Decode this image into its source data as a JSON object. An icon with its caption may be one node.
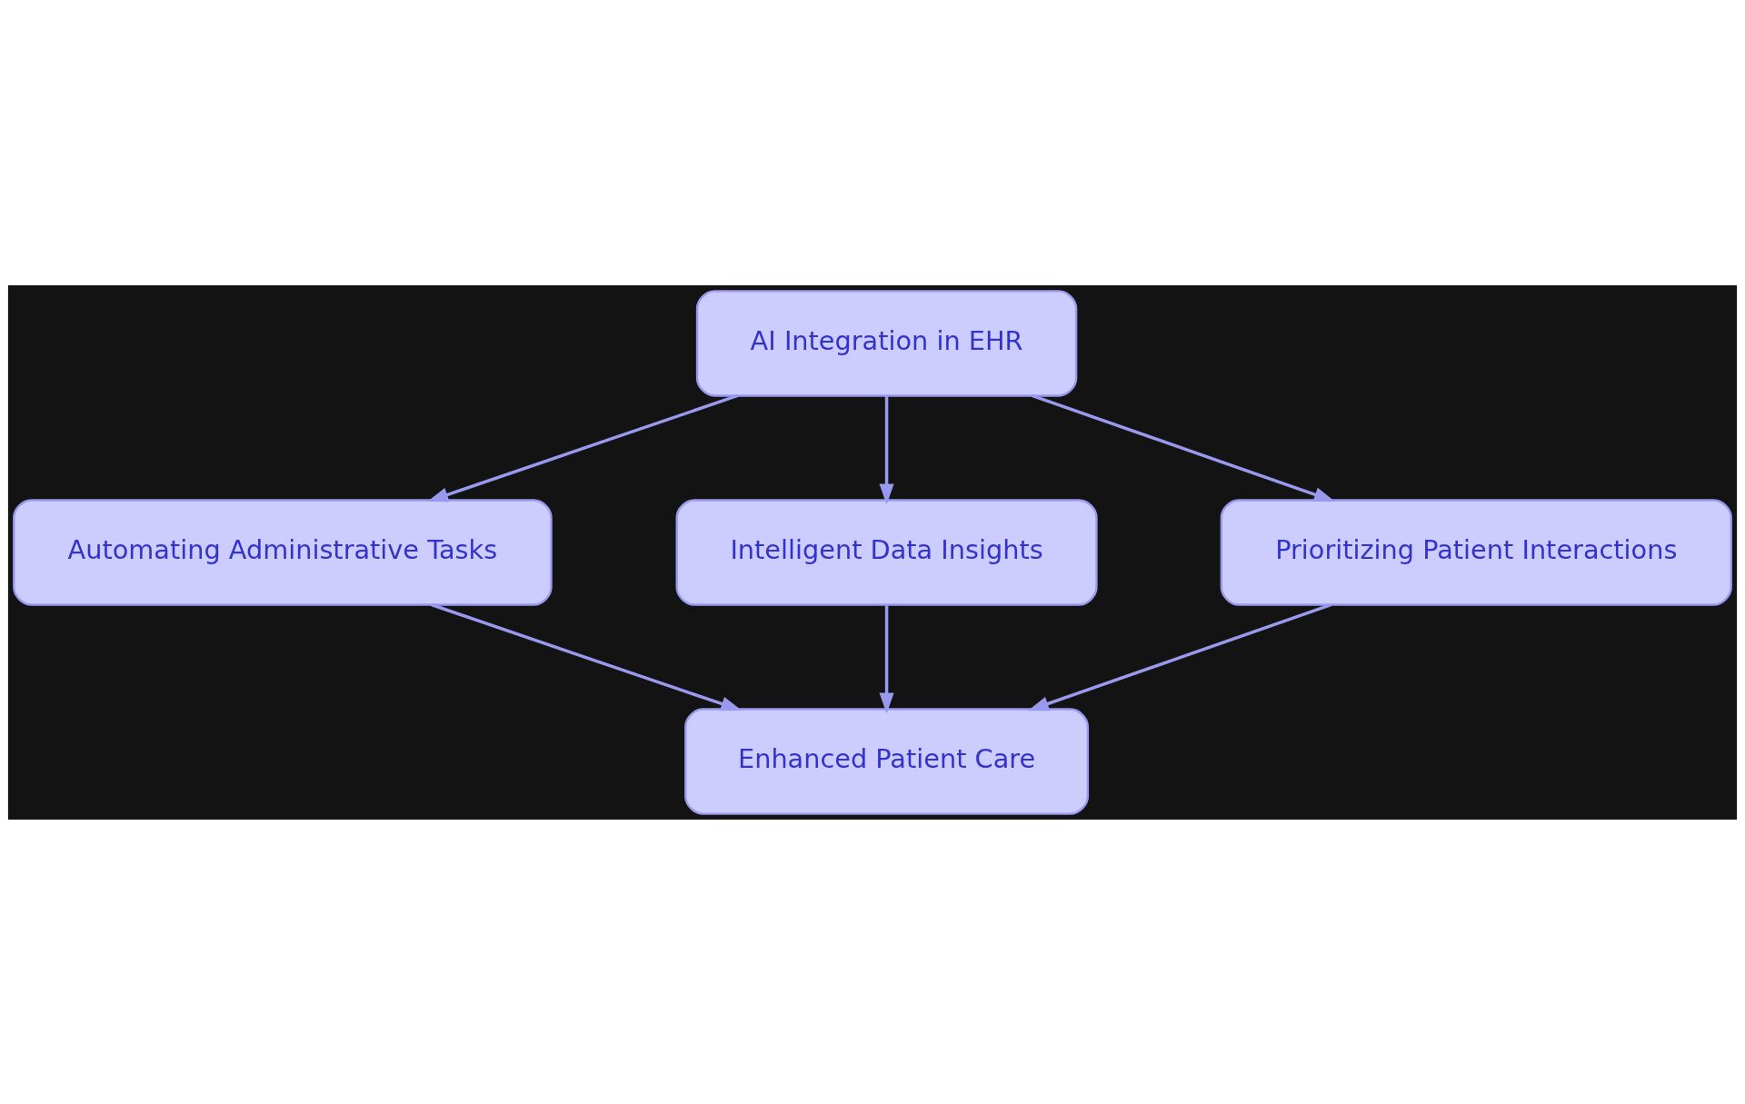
{
  "diagram": {
    "nodes": [
      {
        "text": [
          "AI Integration in EHR"
        ]
      },
      {
        "text": [
          "Automating Administrative Tasks"
        ]
      },
      {
        "text": [
          "Intelligent Data Insights"
        ]
      },
      {
        "text": [
          "Prioritizing Patient Interactions"
        ]
      },
      {
        "text": [
          "Enhanced Patient Care"
        ]
      }
    ],
    "edges": [
      {
        "from": 0,
        "to": 1,
        "arrow": "to"
      },
      {
        "from": 0,
        "to": 2,
        "arrow": "to"
      },
      {
        "from": 0,
        "to": 3,
        "arrow": "to"
      },
      {
        "from": 1,
        "to": 4,
        "arrow": "to"
      },
      {
        "from": 2,
        "to": 4,
        "arrow": "to"
      },
      {
        "from": 3,
        "to": 4,
        "arrow": "to"
      }
    ]
  }
}
